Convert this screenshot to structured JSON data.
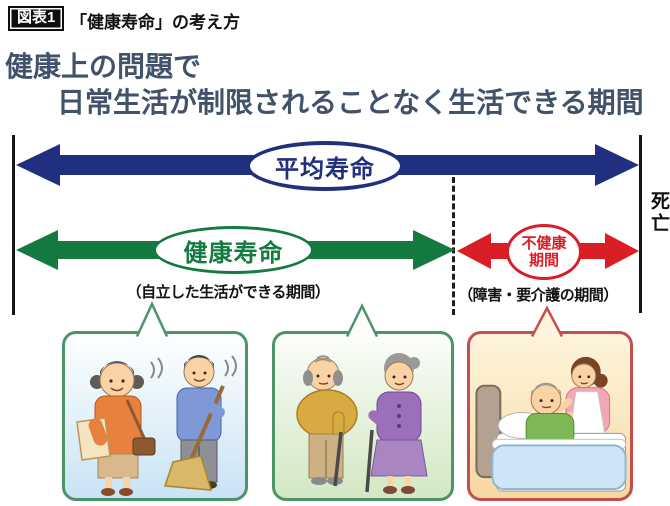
{
  "figure": {
    "badge": "図表1",
    "caption": "「健康寿命」の考え方"
  },
  "title": {
    "line1": "健康上の問題で",
    "line2": "日常生活が制限されることなく生活できる期間"
  },
  "diagram": {
    "life_expectancy_label": "平均寿命",
    "healthy_life_label": "健康寿命",
    "unhealthy_line1": "不健康",
    "unhealthy_line2": "期間",
    "death_label": "死亡",
    "healthy_caption": "（自立した生活ができる期間）",
    "unhealthy_caption": "（障害・要介護の期間）"
  },
  "colors": {
    "life_expectancy_arrow": "#20307f",
    "healthy_arrow": "#157a40",
    "unhealthy_arrow": "#d91e26",
    "title_text": "#42526b",
    "panel_green_border": "#4d9468",
    "panel_red_border": "#c2504e"
  },
  "panels": [
    {
      "name": "independent-life-shopping-sweeping",
      "alt": "買い物や掃除をする元気な高齢者"
    },
    {
      "name": "independent-life-walking-with-canes",
      "alt": "杖をついて歩く高齢者"
    },
    {
      "name": "care-period-bedridden",
      "alt": "ベッドで介護を受ける高齢者"
    }
  ]
}
